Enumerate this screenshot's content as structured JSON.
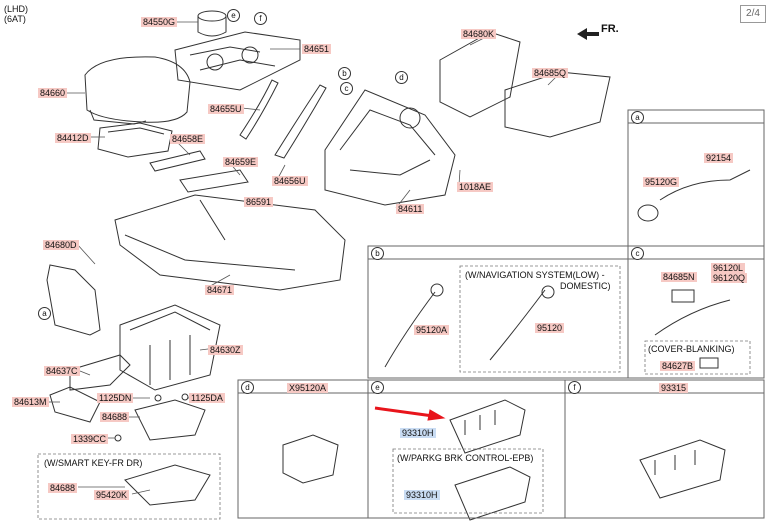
{
  "header": {
    "line1": "(LHD)",
    "line2": "(6AT)",
    "page": "2/4",
    "direction": "FR."
  },
  "labels": {
    "p84550G": "84550G",
    "p84651": "84651",
    "p84660": "84660",
    "p84412D": "84412D",
    "p84658E": "84658E",
    "p84655U": "84655U",
    "p84659E": "84659E",
    "p84656U": "84656U",
    "p86591": "86591",
    "p84680K": "84680K",
    "p84685Q": "84685Q",
    "p84611": "84611",
    "p1018AE": "1018AE",
    "p84680D": "84680D",
    "p84671": "84671",
    "p84630Z": "84630Z",
    "p84637C": "84637C",
    "p84613M": "84613M",
    "p1125DN": "1125DN",
    "p1125DA": "1125DA",
    "p84688": "84688",
    "p1339CC": "1339CC",
    "p84688b": "84688",
    "p95420K": "95420K",
    "p92154": "92154",
    "p95120G": "95120G",
    "p95120A": "95120A",
    "p95120": "95120",
    "p84685N": "84685N",
    "p96120L": "96120L",
    "p96120Q": "96120Q",
    "p84627B": "84627B",
    "pX95120A": "X95120A",
    "p93315": "93315",
    "p93310H": "93310H",
    "p93310Hb": "93310H"
  },
  "callouts": {
    "a": "a",
    "b": "b",
    "c": "c",
    "d": "d",
    "e": "e",
    "f": "f"
  },
  "notes": {
    "smart_key": "(W/SMART KEY-FR DR)",
    "nav_line1": "(W/NAVIGATION SYSTEM(LOW) -",
    "nav_line2": "DOMESTIC)",
    "cover_blanking": "(COVER-BLANKING)",
    "parking_brake": "(W/PARKG BRK CONTROL-EPB)"
  },
  "colors": {
    "part_label": "#f6c9c4",
    "highlight_label": "#c9dcf3",
    "arrow": "#e8141b"
  }
}
